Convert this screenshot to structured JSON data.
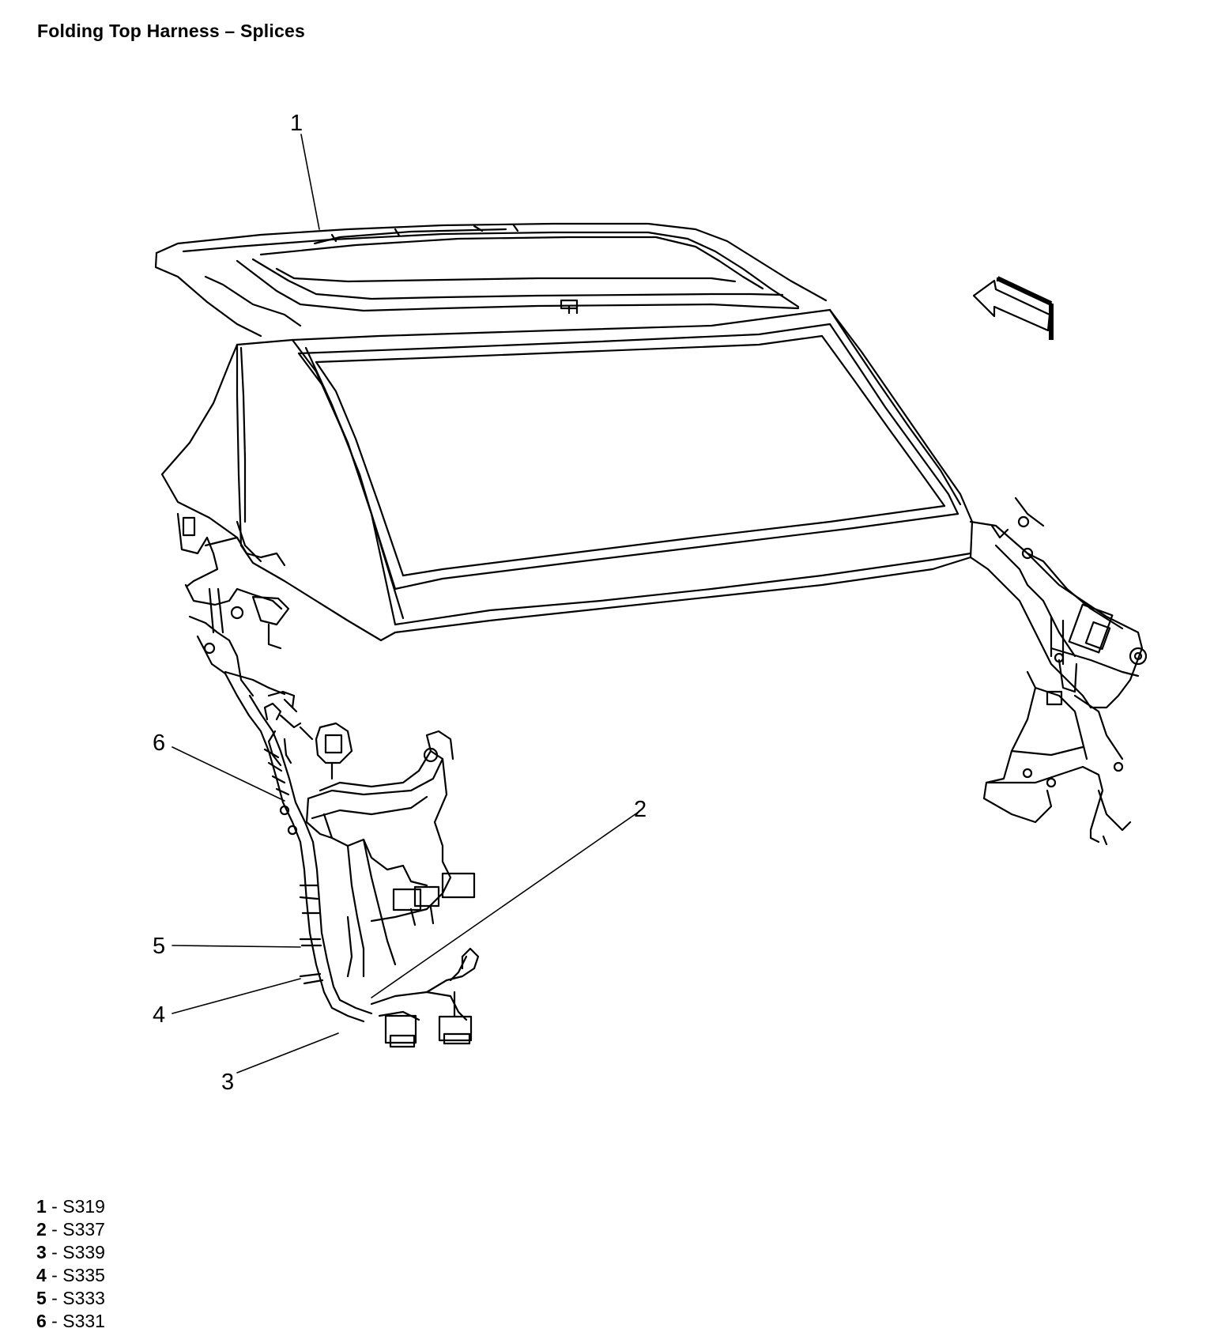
{
  "title": "Folding Top Harness – Splices",
  "callouts": [
    {
      "num": "1",
      "splice": "S319"
    },
    {
      "num": "2",
      "splice": "S337"
    },
    {
      "num": "3",
      "splice": "S339"
    },
    {
      "num": "4",
      "splice": "S335"
    },
    {
      "num": "5",
      "splice": "S333"
    },
    {
      "num": "6",
      "splice": "S331"
    }
  ],
  "legend_separator": " - ",
  "icons": {
    "direction_arrow": "front-direction-arrow-icon"
  },
  "colors": {
    "line": "#000000",
    "background": "#ffffff"
  }
}
